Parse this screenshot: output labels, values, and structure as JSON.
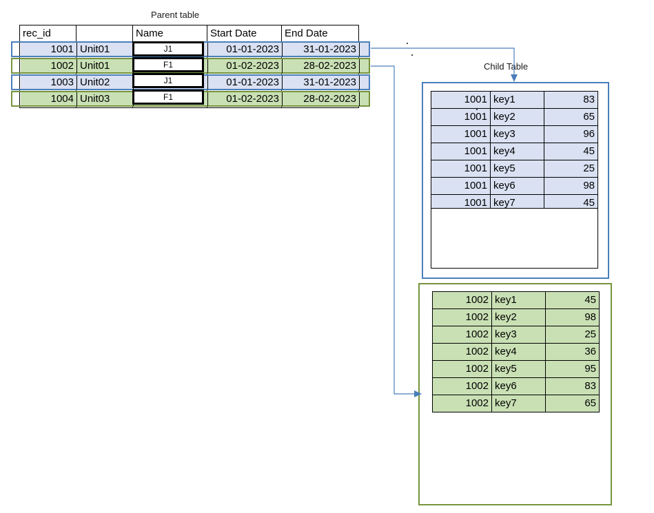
{
  "labels": {
    "parent_table": "Parent table",
    "child_table": "Child Table"
  },
  "colors": {
    "blue_fill": "#D9E1F2",
    "blue_border": "#4A7EBB",
    "green_fill": "#C9E0B4",
    "green_border": "#76933C",
    "grid_line": "#000000"
  },
  "parent_table": {
    "headers": [
      "rec_id",
      "",
      "Name",
      "Start Date",
      "End Date"
    ],
    "rows": [
      {
        "rec_id": "1001",
        "unit": "Unit01",
        "name": "J1",
        "start_date": "01-01-2023",
        "end_date": "31-01-2023",
        "highlight": "blue"
      },
      {
        "rec_id": "1002",
        "unit": "Unit01",
        "name": "F1",
        "start_date": "01-02-2023",
        "end_date": "28-02-2023",
        "highlight": "green"
      },
      {
        "rec_id": "1003",
        "unit": "Unit02",
        "name": "J1",
        "start_date": "01-01-2023",
        "end_date": "31-01-2023",
        "highlight": "blue"
      },
      {
        "rec_id": "1004",
        "unit": "Unit03",
        "name": "F1",
        "start_date": "01-02-2023",
        "end_date": "28-02-2023",
        "highlight": "green"
      }
    ],
    "name_overlays": [
      "J1",
      "F1",
      "J1",
      "F1"
    ]
  },
  "child_tables": [
    {
      "id": "child-1001",
      "highlight": "blue",
      "rows": [
        {
          "rec_id": "1001",
          "key": "key1",
          "value": "83"
        },
        {
          "rec_id": "1001",
          "key": "key2",
          "value": "65"
        },
        {
          "rec_id": "1001",
          "key": "key3",
          "value": "96"
        },
        {
          "rec_id": "1001",
          "key": "key4",
          "value": "45"
        },
        {
          "rec_id": "1001",
          "key": "key5",
          "value": "25"
        },
        {
          "rec_id": "1001",
          "key": "key6",
          "value": "98"
        },
        {
          "rec_id": "1001",
          "key": "key7",
          "value": "45"
        }
      ]
    },
    {
      "id": "child-1002",
      "highlight": "green",
      "rows": [
        {
          "rec_id": "1002",
          "key": "key1",
          "value": "45"
        },
        {
          "rec_id": "1002",
          "key": "key2",
          "value": "98"
        },
        {
          "rec_id": "1002",
          "key": "key3",
          "value": "25"
        },
        {
          "rec_id": "1002",
          "key": "key4",
          "value": "36"
        },
        {
          "rec_id": "1002",
          "key": "key5",
          "value": "95"
        },
        {
          "rec_id": "1002",
          "key": "key6",
          "value": "83"
        },
        {
          "rec_id": "1002",
          "key": "key7",
          "value": "65"
        }
      ]
    }
  ],
  "connectors": [
    {
      "from": "parent row 1001",
      "to": "child table 1001"
    },
    {
      "from": "parent row 1002",
      "to": "child table 1002"
    }
  ]
}
